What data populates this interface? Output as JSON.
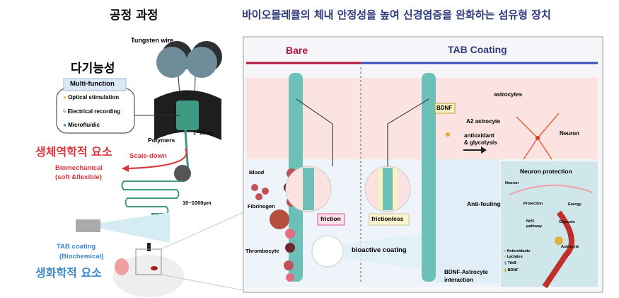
{
  "left": {
    "title": "공정 과정",
    "tungsten_wire": "Tungsten wire",
    "multifunction_kr": "다기능성",
    "multifunction_label": "Multi-function",
    "functions": [
      {
        "icon": "lightbulb-icon",
        "label": "Optical stimulation"
      },
      {
        "icon": "lightning-icon",
        "label": "Electrical recording"
      },
      {
        "icon": "droplet-icon",
        "label": "Microfluidic"
      }
    ],
    "size_cm": "1~10cm",
    "polymers": "Polymers",
    "biomechanical_kr": "생체역학적 요소",
    "scale_down": "Scale-down",
    "biomechanical": "Biomechanical",
    "soft_flexible": "(soft &flexible)",
    "size_um": "10~1000μm",
    "tab_coating": "TAB coating",
    "biochemical": "(Biochemical)",
    "biochemical_kr": "생화학적 요소"
  },
  "right": {
    "title": "바이오몰레큘의 체내 안정성을 높여 신경염증을 완화하는 섬유형 장치",
    "bare": "Bare",
    "tab_coating": "TAB Coating",
    "astrocytes": "astrocytes",
    "bdnf": "BDNF",
    "a2_astrocyte": "A2 astrocyte",
    "antioxidant": "antioxidant",
    "glycolysis": "& glycolysis",
    "neuron": "Neuron",
    "blood": "Blood",
    "fibrinogen": "Fibrinogen",
    "thrombocyte": "Thrombocyte",
    "friction": "friction",
    "frictionless": "frictionless",
    "bioactive_coating": "bioactive coating",
    "anti_fouling": "Anti-fouling",
    "bdnf_astrocyte": "BDNF-Astrocyte",
    "interaction": "interaction",
    "protection_panel": {
      "title": "Neuron protection",
      "neuron": "Neuron",
      "protection": "Protection",
      "energy": "Energy",
      "nrf2": "Nrf2",
      "pathway": "pathway",
      "glycosis": "Glycosis",
      "astrocyte": "Astrocyte",
      "legend": [
        "Antioxidants",
        "Lactates",
        "TrkB",
        "BDNF"
      ]
    }
  },
  "colors": {
    "red": "#d9363e",
    "blue": "#3a86c8",
    "navy": "#2e3a7c",
    "teal": "#6cc0b8",
    "bare_red": "#b5173a"
  }
}
